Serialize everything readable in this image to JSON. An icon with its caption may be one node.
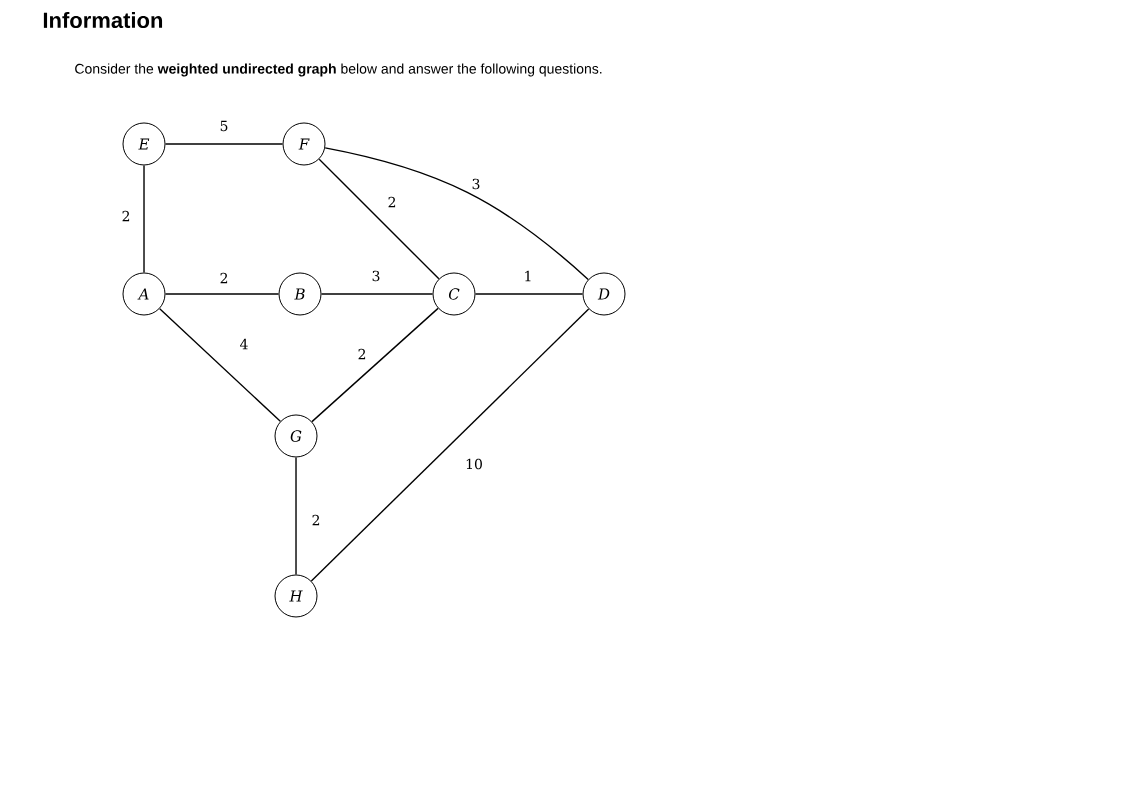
{
  "diagram": {
    "title": "Information",
    "caption": "Consider the **weighted undirected graph** below and answer the following questions.",
    "nodes": [
      {
        "text": [
          "E"
        ]
      },
      {
        "text": [
          "F"
        ]
      },
      {
        "text": [
          "A"
        ]
      },
      {
        "text": [
          "B"
        ]
      },
      {
        "text": [
          "C"
        ]
      },
      {
        "text": [
          "D"
        ]
      },
      {
        "text": [
          "G"
        ]
      },
      {
        "text": [
          "H"
        ]
      }
    ],
    "edges": [
      {
        "from": 0,
        "to": 1,
        "arrow": "none",
        "label": "5"
      },
      {
        "from": 0,
        "to": 2,
        "arrow": "none",
        "label": "2"
      },
      {
        "from": 1,
        "to": 4,
        "arrow": "none",
        "label": "2"
      },
      {
        "from": 1,
        "to": 5,
        "arrow": "none",
        "label": "3"
      },
      {
        "from": 2,
        "to": 3,
        "arrow": "none",
        "label": "2"
      },
      {
        "from": 3,
        "to": 4,
        "arrow": "none",
        "label": "3"
      },
      {
        "from": 4,
        "to": 5,
        "arrow": "none",
        "label": "1"
      },
      {
        "from": 2,
        "to": 6,
        "arrow": "none",
        "label": "4"
      },
      {
        "from": 6,
        "to": 4,
        "arrow": "none",
        "label": "2"
      },
      {
        "from": 6,
        "to": 7,
        "arrow": "none",
        "label": "2"
      },
      {
        "from": 7,
        "to": 5,
        "arrow": "none",
        "label": "10"
      }
    ]
  }
}
